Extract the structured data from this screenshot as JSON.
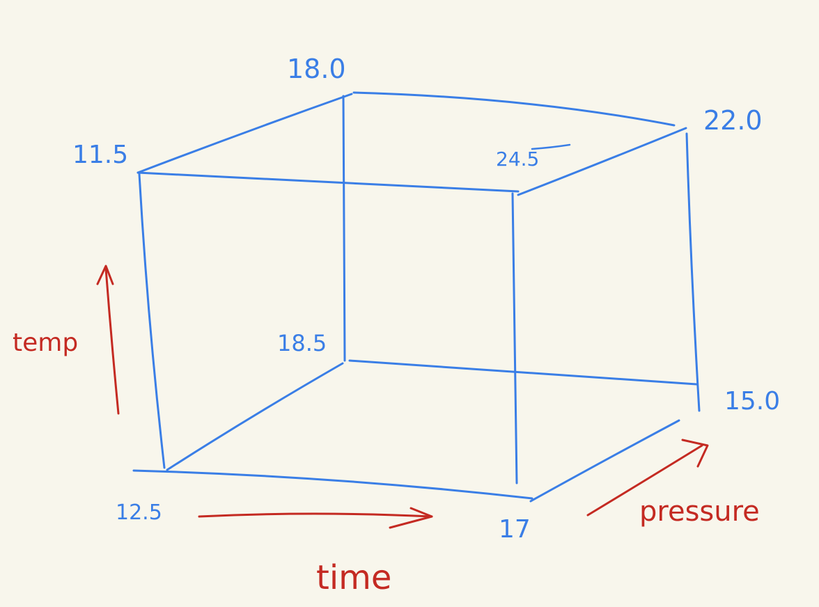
{
  "colors": {
    "background": "#f8f6ec",
    "cube_edges": "#3a7ee6",
    "axis_arrows": "#c42a22"
  },
  "vertices": {
    "back_top_left": "18.0",
    "front_top_left": "11.5",
    "back_top_right": "22.0",
    "front_top_right": "24.5",
    "back_bottom_left": "18.5",
    "back_bottom_right": "15.0",
    "front_bottom_left": "12.5",
    "front_bottom_right": "17"
  },
  "axes": {
    "temp": "temp",
    "time": "time",
    "pressure": "pressure"
  }
}
